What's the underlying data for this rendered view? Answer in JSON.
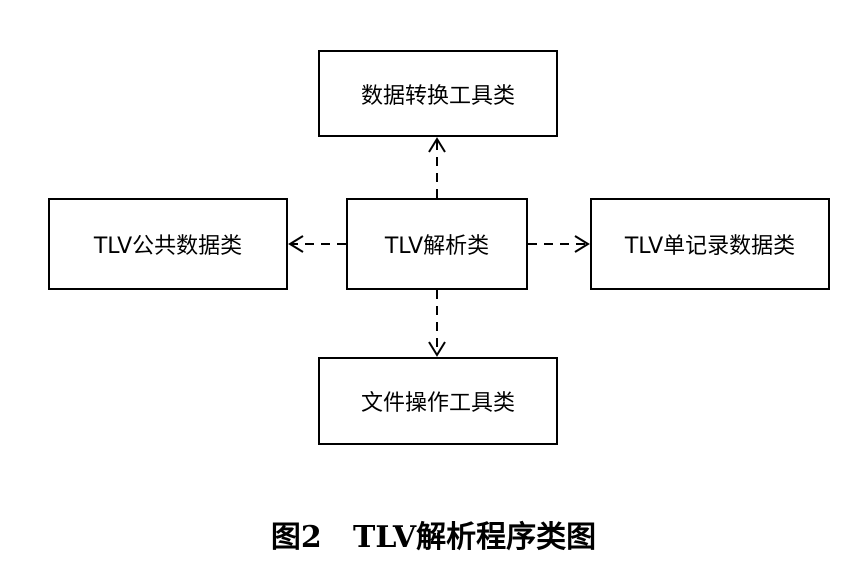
{
  "diagram": {
    "nodes": {
      "top": "数据转换工具类",
      "left": "TLV公共数据类",
      "center": "TLV解析类",
      "right": "TLV单记录数据类",
      "bottom": "文件操作工具类"
    },
    "edges": [
      {
        "from": "center",
        "to": "top",
        "style": "dashed",
        "arrow": "open"
      },
      {
        "from": "center",
        "to": "left",
        "style": "dashed",
        "arrow": "open"
      },
      {
        "from": "center",
        "to": "right",
        "style": "dashed",
        "arrow": "open"
      },
      {
        "from": "center",
        "to": "bottom",
        "style": "dashed",
        "arrow": "open"
      }
    ]
  },
  "caption": "图2   TLV解析程序类图"
}
